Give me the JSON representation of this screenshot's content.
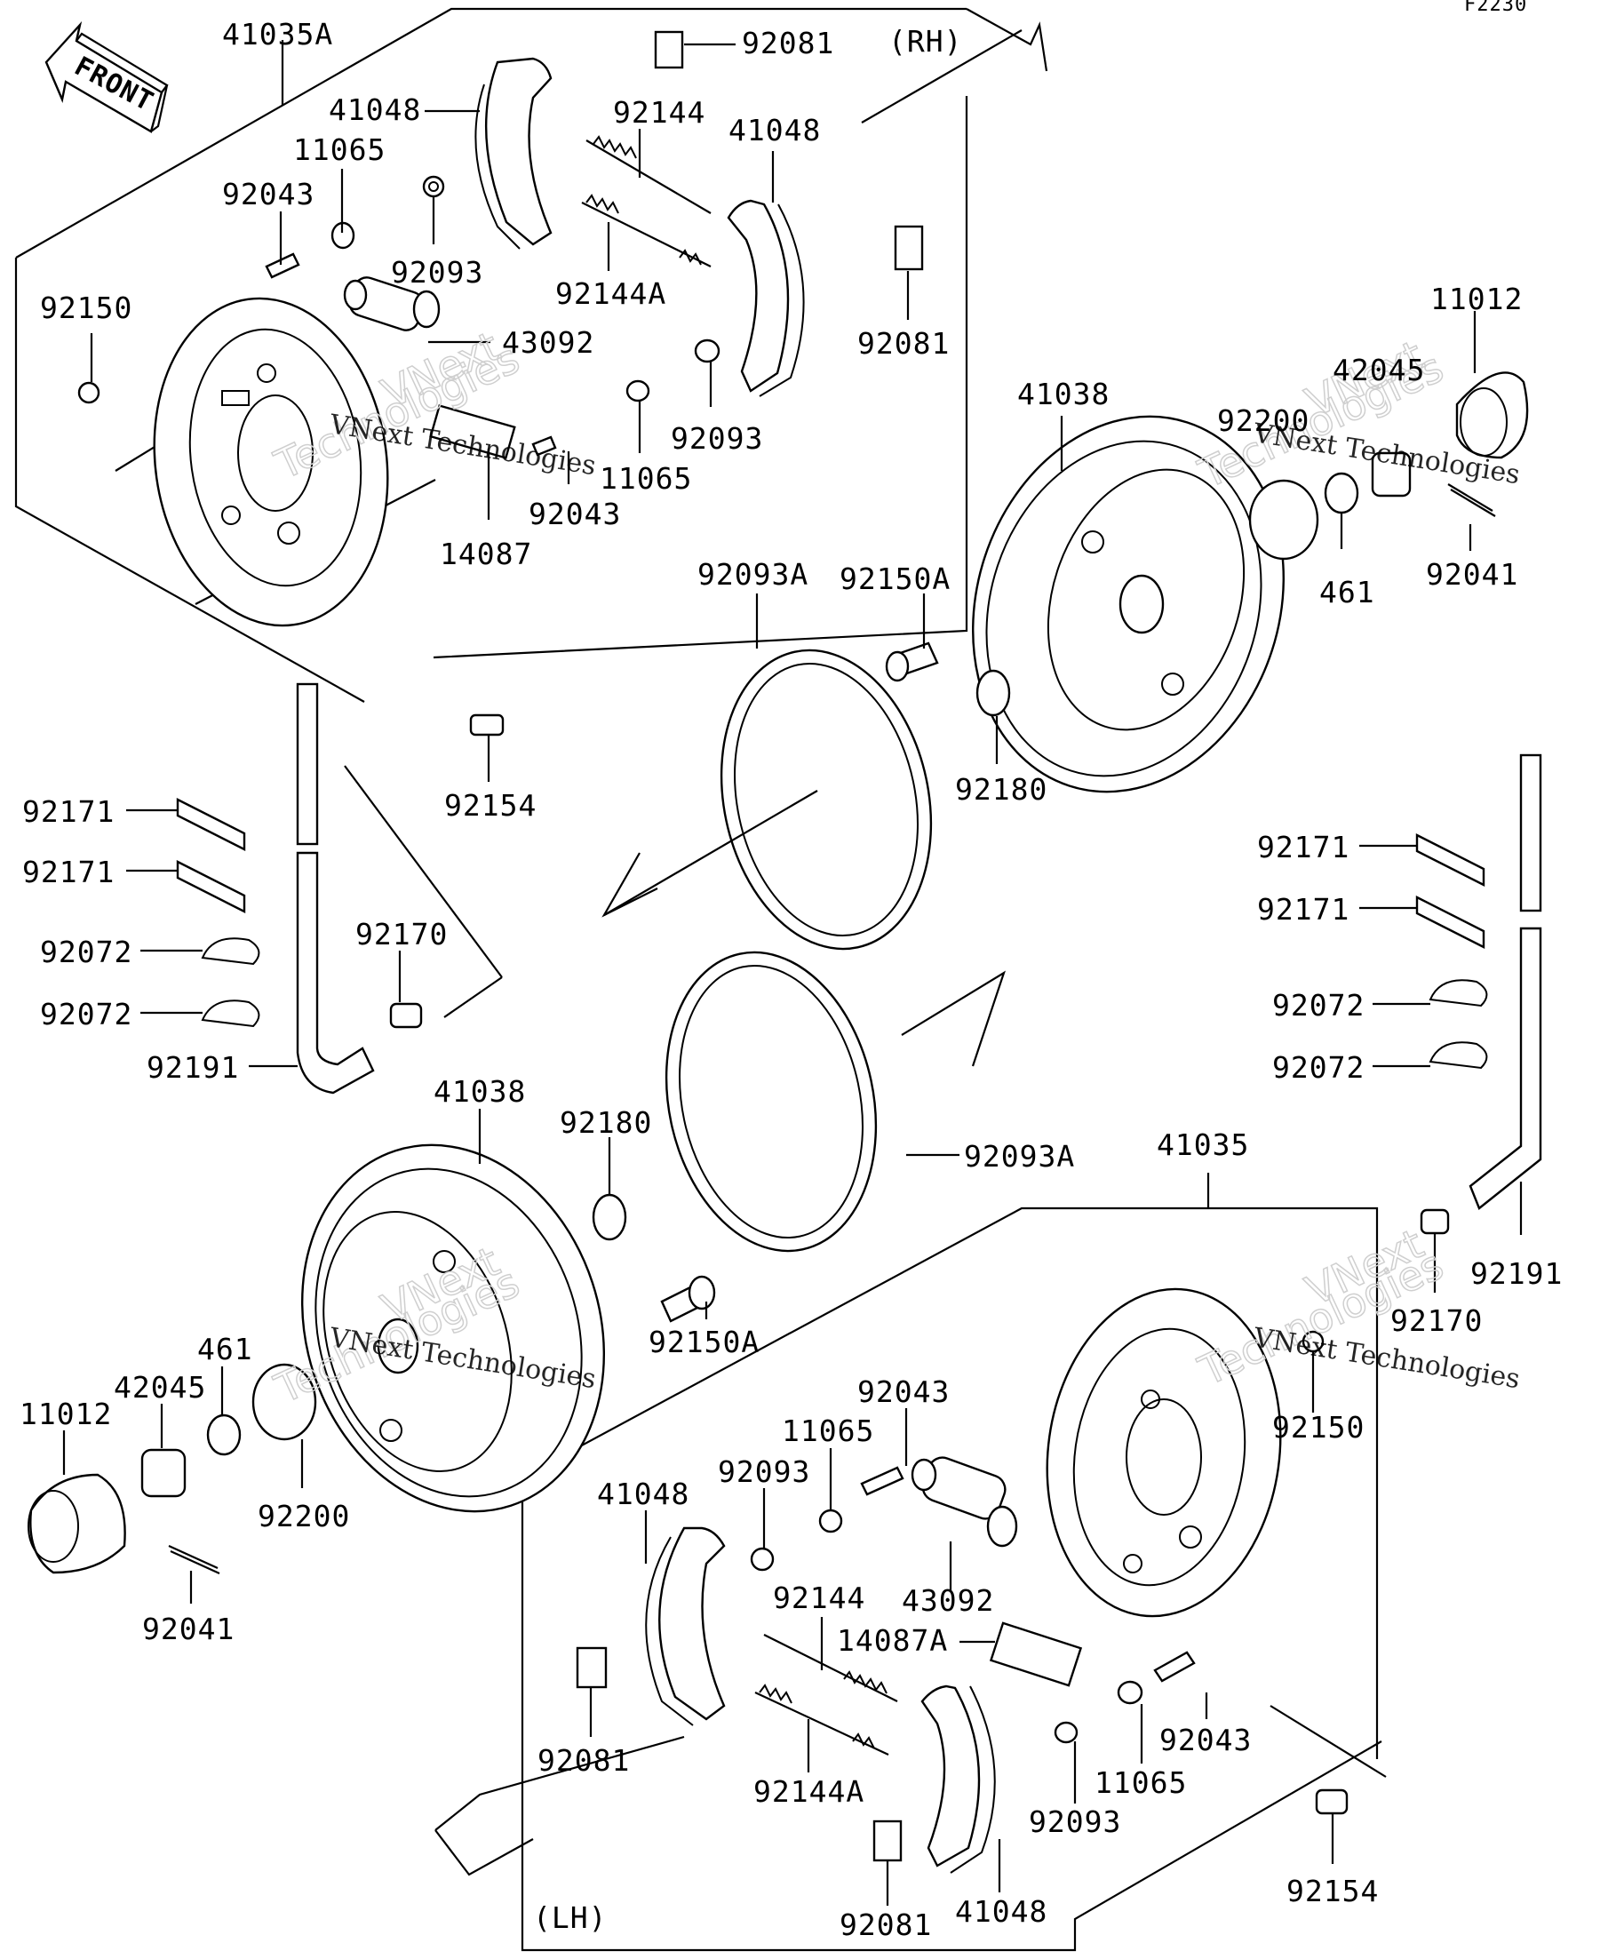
{
  "figure_code": "F2230",
  "front_arrow_text": "FRONT",
  "side_labels": {
    "rh": "(RH)",
    "lh": "(LH)"
  },
  "watermark": {
    "brand": "VNext",
    "company": "VNext Technologies",
    "word": "Technologies"
  },
  "part_labels": {
    "p41035A": "41035A",
    "p41048_rh_a": "41048",
    "p92081_rh_a": "92081",
    "p92144_rh": "92144",
    "p41048_rh_b": "41048",
    "p11065_rh_a": "11065",
    "p92043_rh_a": "92043",
    "p92093_rh_a": "92093",
    "p92144A_rh": "92144A",
    "p92081_rh_b": "92081",
    "p92150_rh": "92150",
    "p43092_rh": "43092",
    "p92093_rh_b": "92093",
    "p11065_rh_b": "11065",
    "p92043_rh_b": "92043",
    "p14087": "14087",
    "p11012_rh": "11012",
    "p42045_rh": "42045",
    "p41038_rh": "41038",
    "p92200_rh": "92200",
    "p461_rh": "461",
    "p92041_rh": "92041",
    "p92093A_rh": "92093A",
    "p92150A_rh": "92150A",
    "p92180_rh": "92180",
    "p92154_rh": "92154",
    "p92171_l1": "92171",
    "p92171_l2": "92171",
    "p92072_l1": "92072",
    "p92072_l2": "92072",
    "p92170_l": "92170",
    "p92191_l": "92191",
    "p92171_r1": "92171",
    "p92171_r2": "92171",
    "p92072_r1": "92072",
    "p92072_r2": "92072",
    "p41038_lh": "41038",
    "p92180_lh": "92180",
    "p92093A_lh": "92093A",
    "p41035": "41035",
    "p92191_r": "92191",
    "p92170_r": "92170",
    "p92150A_lh": "92150A",
    "p461_lh": "461",
    "p42045_lh": "42045",
    "p11012_lh": "11012",
    "p92200_lh": "92200",
    "p92041_lh": "92041",
    "p92150_lh": "92150",
    "p92043_lh_a": "92043",
    "p11065_lh_a": "11065",
    "p92093_lh_a": "92093",
    "p41048_lh_a": "41048",
    "p92144_lh": "92144",
    "p43092_lh": "43092",
    "p14087A": "14087A",
    "p92081_lh_a": "92081",
    "p92144A_lh": "92144A",
    "p92043_lh_b": "92043",
    "p11065_lh_b": "11065",
    "p92093_lh_b": "92093",
    "p92081_lh_b": "92081",
    "p41048_lh_b": "41048",
    "p92154_lh": "92154"
  }
}
